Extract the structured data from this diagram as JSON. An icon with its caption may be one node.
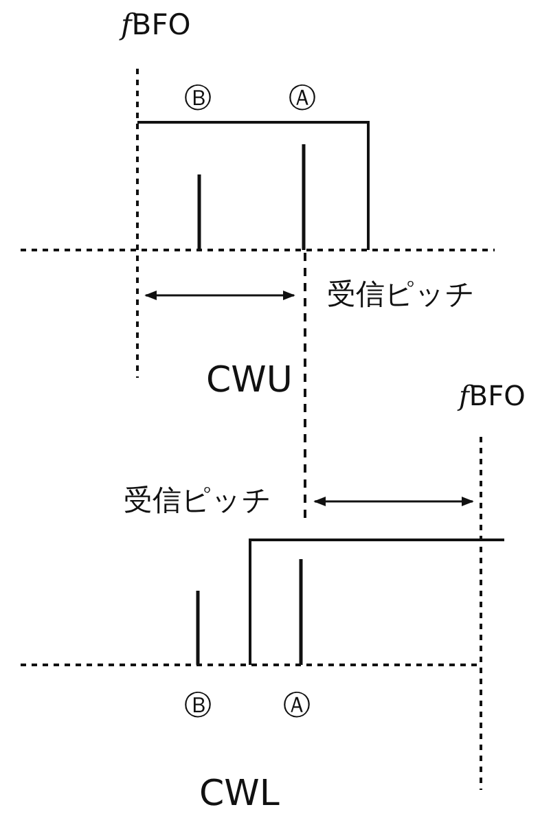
{
  "diagram": {
    "labels": [
      "fBFO",
      "Ⓑ",
      "Ⓐ",
      "受信ピッチ",
      "CWU",
      "fBFO",
      "受信ピッチ",
      "Ⓑ",
      "Ⓐ",
      "CWL"
    ]
  }
}
